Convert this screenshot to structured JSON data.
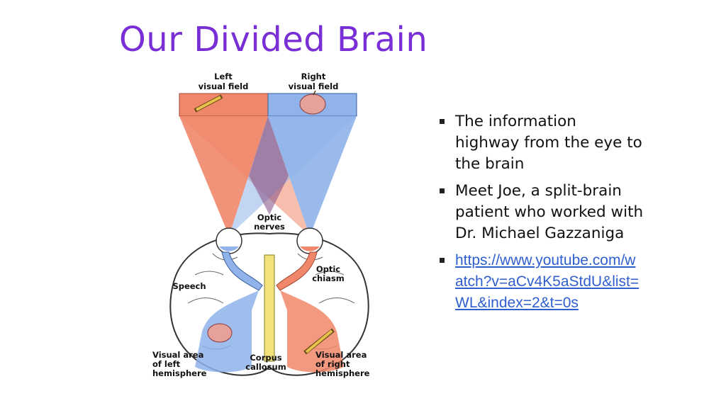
{
  "slide": {
    "title": "Our Divided Brain",
    "bullets": [
      {
        "text": "The information highway from the eye to the brain"
      },
      {
        "text": "Meet Joe, a split-brain patient who worked with Dr. Michael Gazzaniga"
      },
      {
        "link": "https://www.youtube.com/watch?v=aCv4K5aStdU&list=WL&index=2&t=0s"
      }
    ]
  },
  "diagram": {
    "labels": {
      "left_field_1": "Left",
      "left_field_2": "visual field",
      "right_field_1": "Right",
      "right_field_2": "visual field",
      "optic_nerves_1": "Optic",
      "optic_nerves_2": "nerves",
      "optic_chiasm_1": "Optic",
      "optic_chiasm_2": "chiasm",
      "speech": "Speech",
      "left_area_1": "Visual area",
      "left_area_2": "of left",
      "left_area_3": "hemisphere",
      "corpus_1": "Corpus",
      "corpus_2": "callosum",
      "right_area_1": "Visual area",
      "right_area_2": "of right",
      "right_area_3": "hemisphere"
    },
    "colors": {
      "left_field": "#f0876a",
      "right_field": "#8fb3ea",
      "overlap": "#8a5a8a",
      "corpus": "#f2e27a"
    }
  }
}
